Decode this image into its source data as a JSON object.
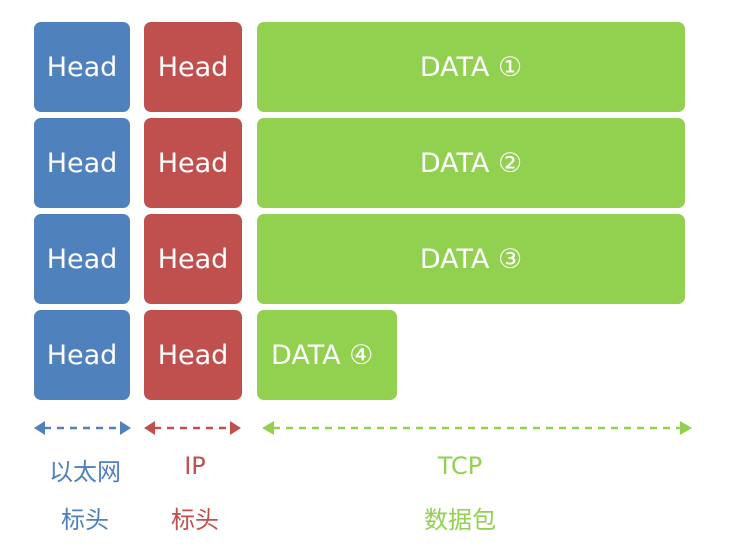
{
  "rows": [
    {
      "ethernet_head": "Head",
      "ip_head": "Head",
      "data": "DATA ①"
    },
    {
      "ethernet_head": "Head",
      "ip_head": "Head",
      "data": "DATA ②"
    },
    {
      "ethernet_head": "Head",
      "ip_head": "Head",
      "data": "DATA ③"
    },
    {
      "ethernet_head": "Head",
      "ip_head": "Head",
      "data": "DATA ④"
    }
  ],
  "legend": {
    "ethernet": {
      "line1": "以太网",
      "line2": "标头",
      "color": "#4f81bd"
    },
    "ip": {
      "line1": "IP",
      "line2": "标头",
      "color": "#c0504d"
    },
    "tcp": {
      "line1": "TCP",
      "line2": "数据包",
      "color": "#92d050"
    }
  }
}
